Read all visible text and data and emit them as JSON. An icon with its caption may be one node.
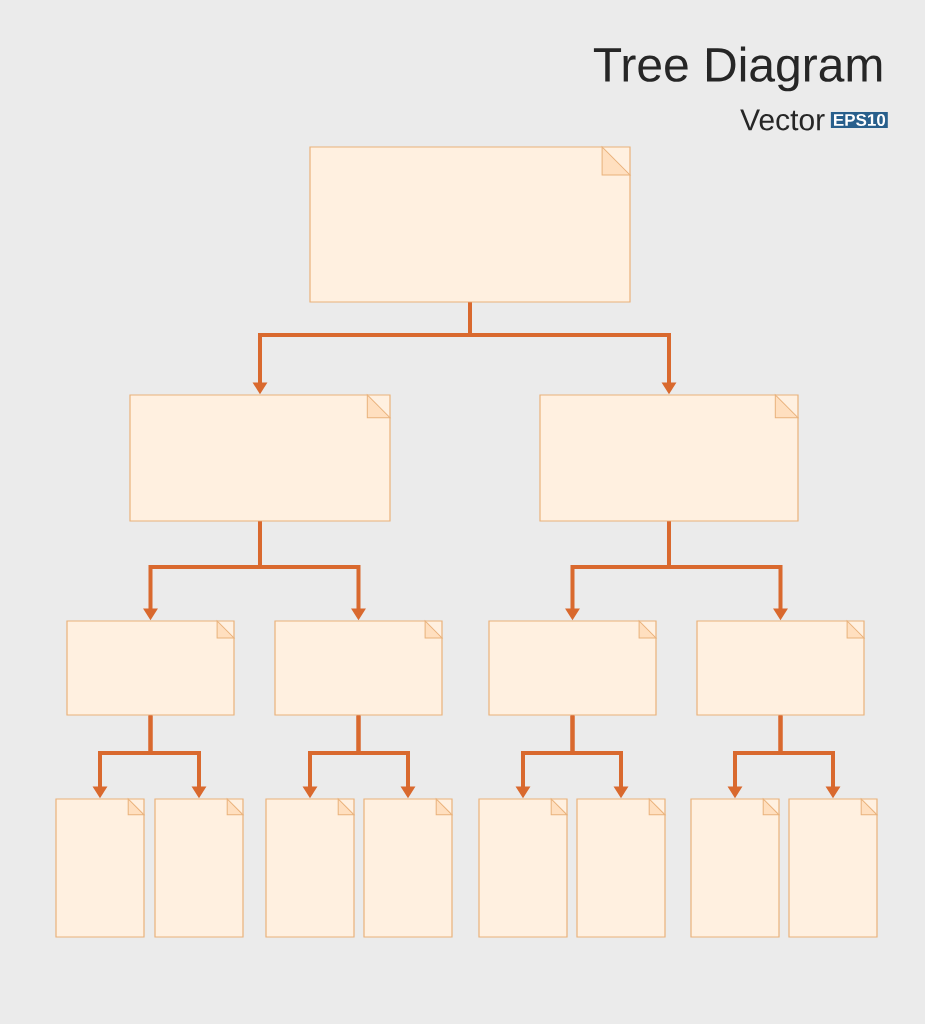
{
  "diagram": {
    "title": "Tree Diagram",
    "nodes": [
      {
        "text": [],
        "shape": "box"
      },
      {
        "text": [],
        "shape": "box"
      },
      {
        "text": [],
        "shape": "box"
      },
      {
        "text": [],
        "shape": "box"
      },
      {
        "text": [],
        "shape": "box"
      },
      {
        "text": [],
        "shape": "box"
      },
      {
        "text": [],
        "shape": "box"
      },
      {
        "text": [],
        "shape": "box"
      },
      {
        "text": [],
        "shape": "box"
      },
      {
        "text": [],
        "shape": "box"
      },
      {
        "text": [],
        "shape": "box"
      },
      {
        "text": [],
        "shape": "box"
      },
      {
        "text": [],
        "shape": "box"
      },
      {
        "text": [],
        "shape": "box"
      },
      {
        "text": [],
        "shape": "box"
      }
    ],
    "edges": [
      {
        "from": 0,
        "to": 1,
        "arrow": "to"
      },
      {
        "from": 0,
        "to": 2,
        "arrow": "to"
      },
      {
        "from": 1,
        "to": 3,
        "arrow": "to"
      },
      {
        "from": 1,
        "to": 4,
        "arrow": "to"
      },
      {
        "from": 2,
        "to": 5,
        "arrow": "to"
      },
      {
        "from": 2,
        "to": 6,
        "arrow": "to"
      },
      {
        "from": 3,
        "to": 7,
        "arrow": "to"
      },
      {
        "from": 3,
        "to": 8,
        "arrow": "to"
      },
      {
        "from": 4,
        "to": 9,
        "arrow": "to"
      },
      {
        "from": 4,
        "to": 10,
        "arrow": "to"
      },
      {
        "from": 5,
        "to": 11,
        "arrow": "to"
      },
      {
        "from": 5,
        "to": 12,
        "arrow": "to"
      },
      {
        "from": 6,
        "to": 13,
        "arrow": "to"
      },
      {
        "from": 6,
        "to": 14,
        "arrow": "to"
      }
    ],
    "labels": [
      "Vector",
      "EPS10"
    ]
  }
}
